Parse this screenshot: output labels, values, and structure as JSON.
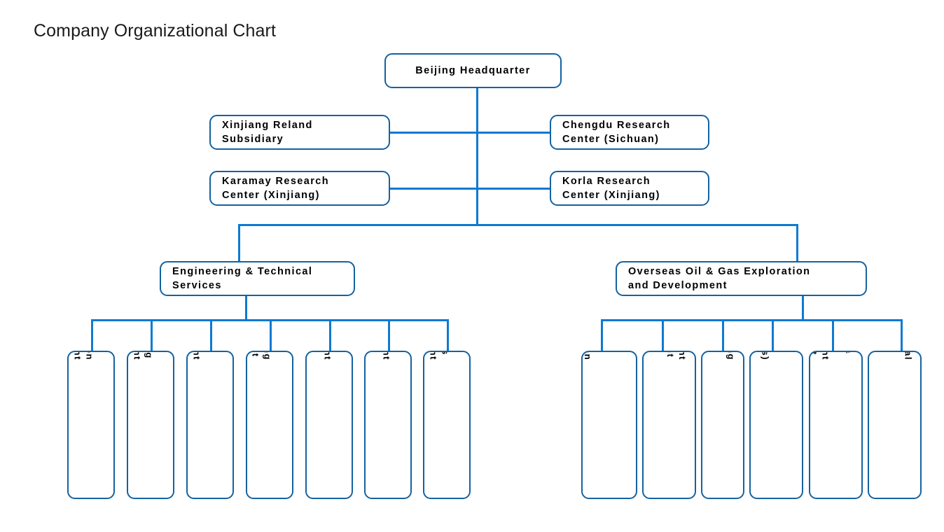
{
  "page": {
    "title": "Company Organizational Chart",
    "accent_line_color": "#0d7ad1",
    "box_border_color": "#15629f",
    "background_color": "#ffffff",
    "text_color": "#000000"
  },
  "chart_data": {
    "type": "diagram",
    "diagram_kind": "organizational-chart",
    "title": "Company Organizational Chart",
    "root": "Beijing Headquarter",
    "levels": [
      {
        "level": 1,
        "nodes": [
          "Beijing Headquarter"
        ]
      },
      {
        "level": 2,
        "nodes": [
          "Xinjiang Reland Subsidiary",
          "Chengdu Research Center (Sichuan)",
          "Karamay Research Center (Xinjiang)",
          "Korla Research Center (Xinjiang)"
        ]
      },
      {
        "level": 3,
        "nodes": [
          "Engineering & Technical Services",
          "Overseas Oil & Gas Exploration and Development"
        ]
      },
      {
        "level": 4,
        "nodes": [
          "Seismic Acquisition Department",
          "Data Processing Department",
          "Software R&D Department",
          "Drilling Engineering Department",
          "Marketing Department",
          "Finance Department",
          "Human Resources Department",
          "New Business and Exploration Department",
          "Development Management Department",
          "QHSE&Engineering Management Department",
          "G&G (Geology & Geophysics) Research Center",
          "Financial & Asset Management Department",
          "Commercial & Legal Affairs Department"
        ]
      }
    ]
  },
  "nodes": {
    "headquarter": {
      "label": "Beijing Headquarter"
    },
    "branch_left_1": {
      "label": "Xinjiang Reland\nSubsidiary"
    },
    "branch_right_1": {
      "label": "Chengdu Research\nCenter (Sichuan)"
    },
    "branch_left_2": {
      "label": "Karamay Research\nCenter (Xinjiang)"
    },
    "branch_right_2": {
      "label": "Korla Research\nCenter (Xinjiang)"
    },
    "division_left": {
      "label": "Engineering & Technical\nServices"
    },
    "division_right": {
      "label": "Overseas Oil & Gas Exploration\nand Development"
    }
  },
  "departments_left": [
    {
      "label": "Seismic\nAcquisition\nDepartment"
    },
    {
      "label": "Data\nProcessing\nDepartment"
    },
    {
      "label": "Software\nR&D\nDepartment"
    },
    {
      "label": "Drilling\nEngineering\nDepartment"
    },
    {
      "label": "Marketing\nDepartment"
    },
    {
      "label": "Finance\nDepartment"
    },
    {
      "label": "Human\nResources\nDepartment"
    }
  ],
  "departments_right": [
    {
      "label": "New Business\nand Exploration\nDepartment"
    },
    {
      "label": "Development\nManagement\nDepartment"
    },
    {
      "label": "QHSE&Engineering\nManagement\nDepartment"
    },
    {
      "label": "G&G (Geology &\nGeophysics)\nResearch Center"
    },
    {
      "label": "Financial & Asset\nManagement\nDepartment"
    },
    {
      "label": "Commercial &\nLegal Affairs\nDepartment"
    }
  ]
}
